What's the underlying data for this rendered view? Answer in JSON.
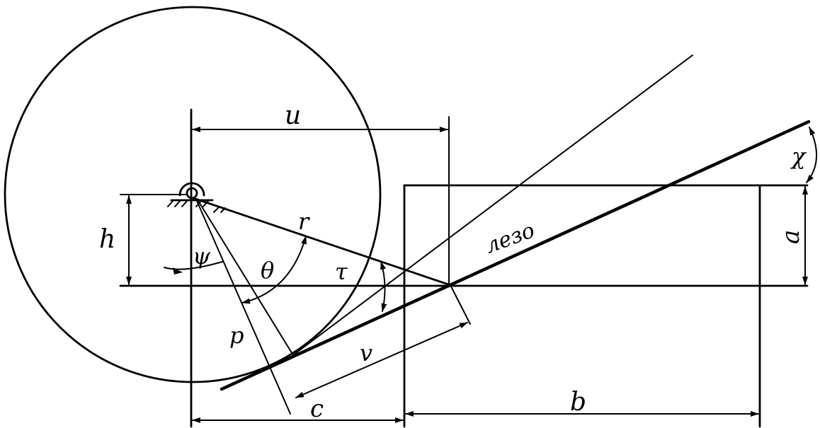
{
  "labels": {
    "u": "u",
    "h": "h",
    "psi": "ψ",
    "theta": "θ",
    "tau": "τ",
    "r": "r",
    "p": "p",
    "v": "v",
    "c": "c",
    "b": "b",
    "a": "a",
    "kappa": "χ",
    "blade": "лезо"
  }
}
